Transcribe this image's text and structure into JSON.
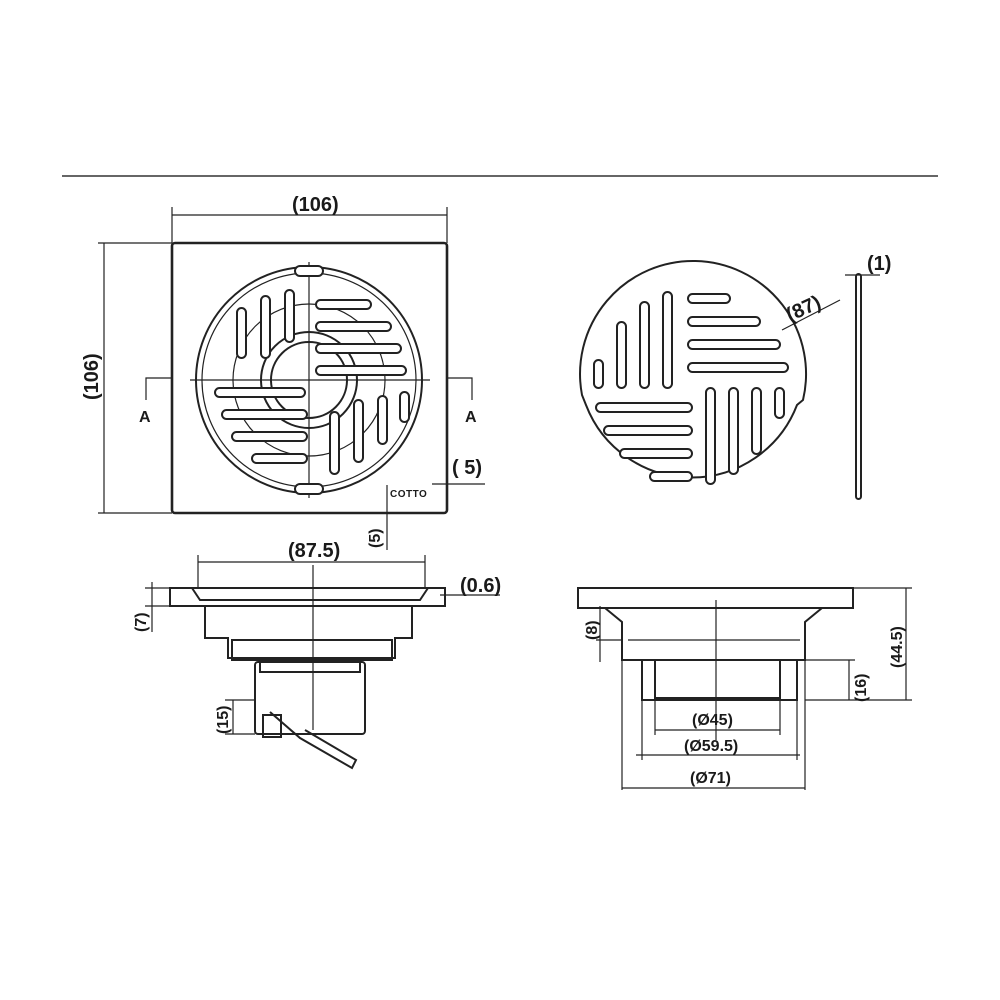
{
  "dimensions": {
    "top_width": "(106)",
    "top_height": "(106)",
    "section_left": "A",
    "section_right": "A",
    "logo_offset": "( 5)",
    "logo_offset_vertical": "(5)",
    "grate_diameter": "(87)",
    "grate_thickness": "(1)",
    "side_width": "(87.5)",
    "flange_thickness": "(0.6)",
    "flange_height": "(7)",
    "trap_height": "(15)",
    "section_flange": "(8)",
    "section_total_height": "(44.5)",
    "section_outlet_height": "(16)",
    "outlet_d45": "(Ø45)",
    "outlet_d59": "(Ø59.5)",
    "outlet_d71": "(Ø71)"
  },
  "logo_text": "COTTO",
  "colors": {
    "line": "#222222",
    "background": "#ffffff"
  }
}
